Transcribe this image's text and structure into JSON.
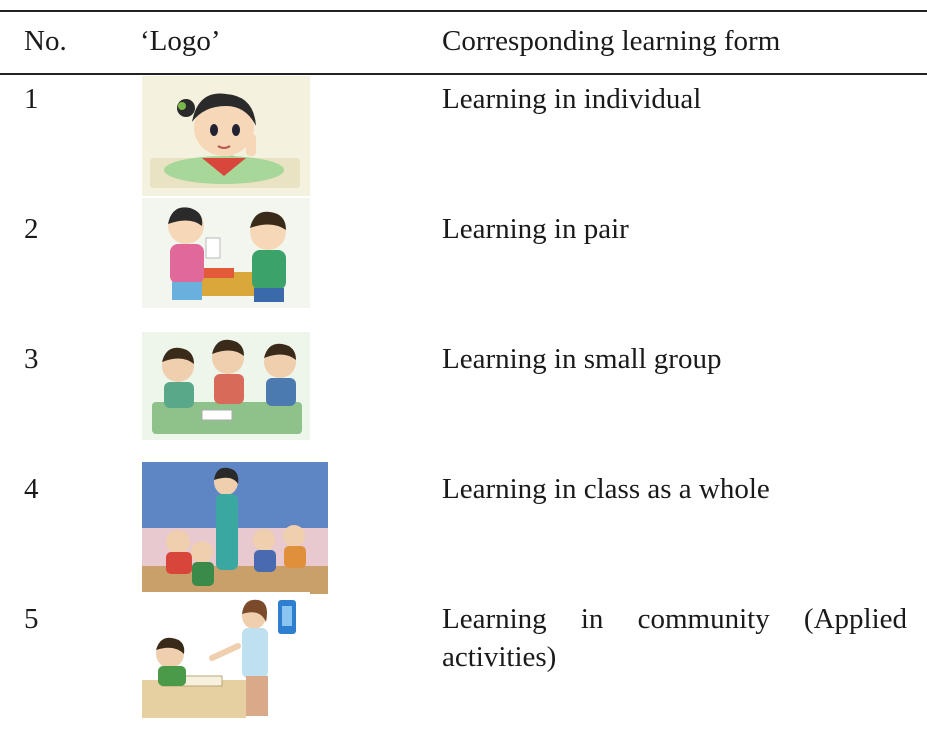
{
  "table": {
    "headers": {
      "no": "No.",
      "logo": "‘Logo’",
      "form": "Corresponding learning form"
    },
    "rows": [
      {
        "no": "1",
        "form": "Learning in individual",
        "logo_icon": "girl-studying-alone-illustration"
      },
      {
        "no": "2",
        "form": "Learning in pair",
        "logo_icon": "two-children-working-together-illustration"
      },
      {
        "no": "3",
        "form": "Learning in small group",
        "logo_icon": "three-children-group-work-illustration"
      },
      {
        "no": "4",
        "form": "Learning in class as a whole",
        "logo_icon": "teacher-with-whole-class-illustration"
      },
      {
        "no": "5",
        "form": "Learning in community (Applied activities)",
        "logo_icon": "woman-and-child-community-activity-illustration"
      }
    ]
  }
}
